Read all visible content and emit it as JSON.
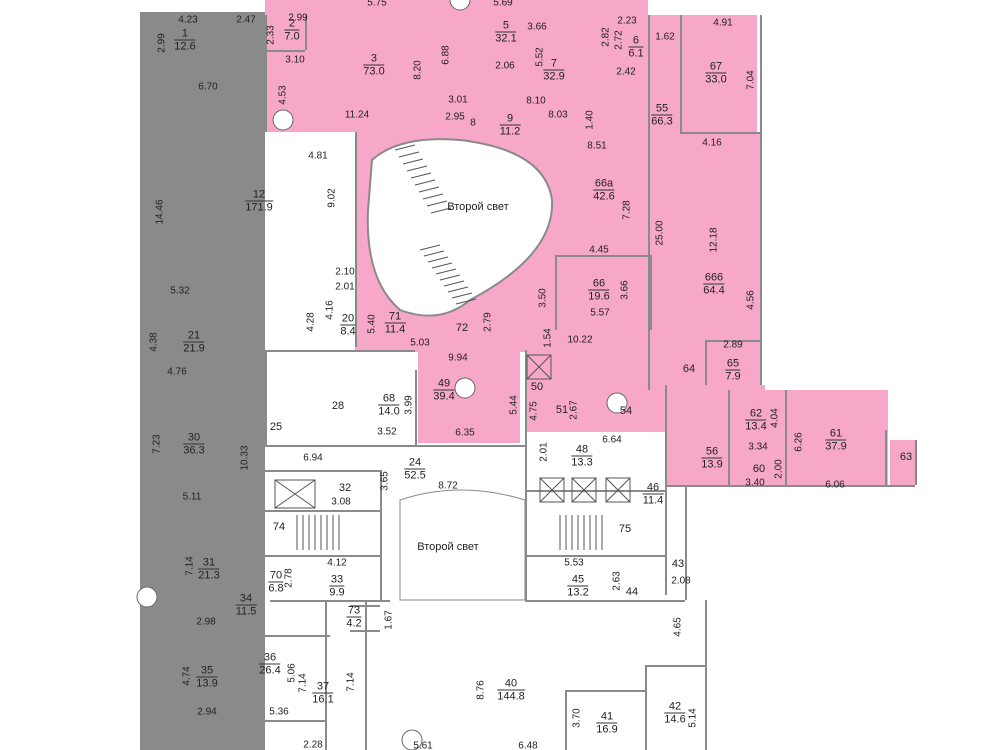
{
  "colors": {
    "rented": "#f7a8c8",
    "wall": "#8a8a8a",
    "background": "#ffffff"
  },
  "second_light_label": "Второй свет",
  "rooms": [
    {
      "num": "1",
      "area": "12.6"
    },
    {
      "num": "2",
      "area": "7.0"
    },
    {
      "num": "3",
      "area": "73.0"
    },
    {
      "num": "5",
      "area": "32.1"
    },
    {
      "num": "6",
      "area": "6.1"
    },
    {
      "num": "7",
      "area": "32.9"
    },
    {
      "num": "9",
      "area": "11.2"
    },
    {
      "num": "55",
      "area": "66.3"
    },
    {
      "num": "67",
      "area": "33.0"
    },
    {
      "num": "12",
      "area": "171.9"
    },
    {
      "num": "66а",
      "area": "42.6"
    },
    {
      "num": "666",
      "area": "64.4"
    },
    {
      "num": "66",
      "area": "19.6"
    },
    {
      "num": "71",
      "area": "11.4"
    },
    {
      "num": "72",
      "area": ""
    },
    {
      "num": "20",
      "area": "8.4"
    },
    {
      "num": "21",
      "area": "21.9"
    },
    {
      "num": "65",
      "area": "7.9"
    },
    {
      "num": "64",
      "area": ""
    },
    {
      "num": "68",
      "area": "14.0"
    },
    {
      "num": "49",
      "area": "39.4"
    },
    {
      "num": "50",
      "area": ""
    },
    {
      "num": "51",
      "area": ""
    },
    {
      "num": "54",
      "area": ""
    },
    {
      "num": "28",
      "area": ""
    },
    {
      "num": "25",
      "area": ""
    },
    {
      "num": "62",
      "area": "13.4"
    },
    {
      "num": "61",
      "area": "37.9"
    },
    {
      "num": "63",
      "area": ""
    },
    {
      "num": "56",
      "area": "13.9"
    },
    {
      "num": "60",
      "area": ""
    },
    {
      "num": "30",
      "area": "36.3"
    },
    {
      "num": "48",
      "area": "13.3"
    },
    {
      "num": "24",
      "area": "52.5"
    },
    {
      "num": "32",
      "area": ""
    },
    {
      "num": "46",
      "area": "11.4"
    },
    {
      "num": "74",
      "area": ""
    },
    {
      "num": "75",
      "area": ""
    },
    {
      "num": "31",
      "area": "21.3"
    },
    {
      "num": "70",
      "area": "6.8"
    },
    {
      "num": "33",
      "area": "9.9"
    },
    {
      "num": "45",
      "area": "13.2"
    },
    {
      "num": "43",
      "area": ""
    },
    {
      "num": "44",
      "area": ""
    },
    {
      "num": "34",
      "area": "11.5"
    },
    {
      "num": "73",
      "area": "4.2"
    },
    {
      "num": "35",
      "area": "13.9"
    },
    {
      "num": "36",
      "area": "26.4"
    },
    {
      "num": "37",
      "area": "16.1"
    },
    {
      "num": "40",
      "area": "144.8"
    },
    {
      "num": "41",
      "area": "16.9"
    },
    {
      "num": "42",
      "area": "14.6"
    }
  ],
  "dimensions": [
    "5.75",
    "5.69",
    "4.23",
    "2.47",
    "2.99",
    "2.99",
    "2.33",
    "3.10",
    "3.66",
    "2.23",
    "2.82",
    "2.72",
    "1.62",
    "4.91",
    "6.70",
    "4.53",
    "8.20",
    "6.88",
    "2.06",
    "5.52",
    "2.42",
    "7.04",
    "3.01",
    "8.10",
    "11.24",
    "2.95",
    "8",
    "8.03",
    "1.40",
    "8.51",
    "4.16",
    "4.81",
    "14.46",
    "9.02",
    "7.28",
    "25.00",
    "12.18",
    "4.45",
    "2.10",
    "2.01",
    "5.32",
    "4.16",
    "4.28",
    "3.50",
    "3.66",
    "5.57",
    "4.56",
    "5.40",
    "2.79",
    "1.54",
    "5.03",
    "10.22",
    "4.38",
    "9.94",
    "2.89",
    "4.76",
    "5.44",
    "3.99",
    "4.75",
    "2.67",
    "4.04",
    "6.26",
    "3.52",
    "6.35",
    "3.34",
    "2.00",
    "10.33",
    "7.23",
    "2.01",
    "6.64",
    "6.94",
    "3.65",
    "8.72",
    "3.40",
    "6.06",
    "3.08",
    "5.11",
    "7.14",
    "4.12",
    "2.78",
    "5.53",
    "2.63",
    "2.08",
    "2.98",
    "1.67",
    "4.65",
    "4.74",
    "5.06",
    "7.14",
    "7.14",
    "8.76",
    "2.94",
    "5.36",
    "3.70",
    "5.14",
    "2.28",
    "5.61",
    "6.48"
  ]
}
